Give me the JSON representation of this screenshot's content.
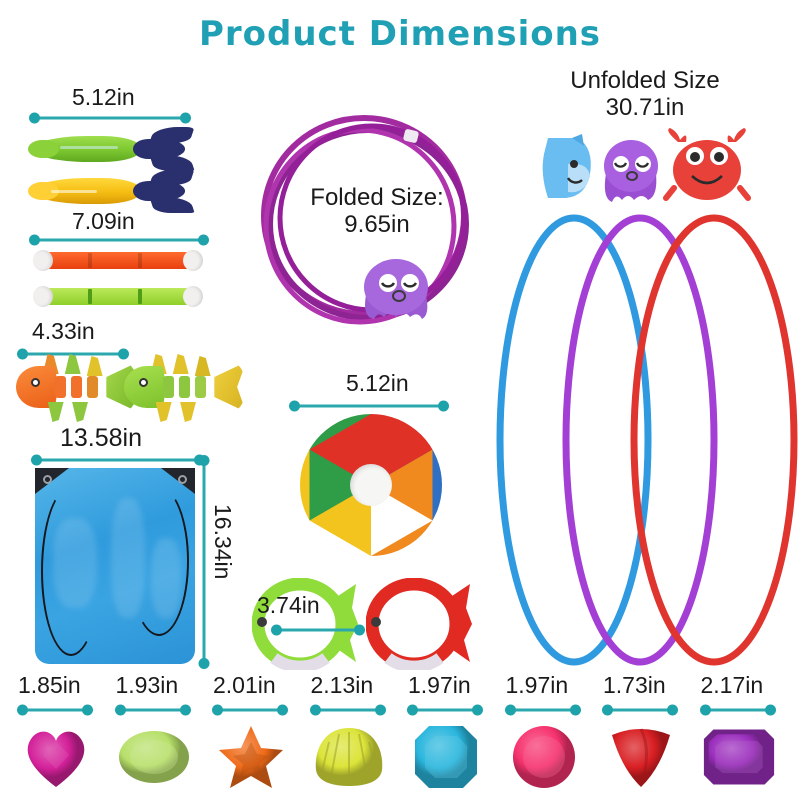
{
  "page": {
    "title": "Product Dimensions",
    "background_color": "#ffffff",
    "accent_color": "#1FA0B4",
    "dimension_line_color": "#2BA8AE",
    "label_color": "#1a1a1a"
  },
  "items": [
    {
      "id": "torpedo-bandits",
      "name": "torpedo dive toys",
      "dimension": "5.12in",
      "colors": [
        "#7ac943",
        "#f5c518",
        "#2a2f6e"
      ]
    },
    {
      "id": "dive-sticks",
      "name": "dive sticks",
      "dimension": "7.09in",
      "colors": [
        "#f0501e",
        "#9ed93b",
        "#f2f0ee"
      ]
    },
    {
      "id": "dive-fish",
      "name": "segmented dive fish",
      "dimension": "4.33in",
      "colors": [
        "#f1712c",
        "#8dc63f",
        "#f4c43a"
      ]
    },
    {
      "id": "drawstring-bag",
      "name": "drawstring backpack",
      "dimension": "13.58in",
      "dimension_height": "16.34in",
      "colors": [
        "#2f9bdd",
        "#22252b"
      ]
    },
    {
      "id": "folded-hoop",
      "name": "folded hoop with octopus clip",
      "block_label": "Folded Size:\n9.65in",
      "colors": [
        "#a32ba0",
        "#9b59d0"
      ]
    },
    {
      "id": "beach-ball",
      "name": "inflatable beach ball",
      "dimension": "5.12in",
      "colors": [
        "#2f6fc4",
        "#f08a1e",
        "#ffffff",
        "#f2c41d",
        "#2f9c47",
        "#e03127"
      ]
    },
    {
      "id": "fish-ring-green",
      "name": "green fish dive ring",
      "dimension": "3.74in",
      "colors": [
        "#8fdc3a",
        "#e3dde8"
      ]
    },
    {
      "id": "fish-ring-red",
      "name": "red fish dive ring",
      "colors": [
        "#e02a22",
        "#e3dde8"
      ]
    },
    {
      "id": "big-hoops",
      "name": "swim hoops set",
      "block_label": "Unfolded Size\n30.71in",
      "colors": [
        "#2f9ae0",
        "#a43fd6",
        "#e0342f"
      ],
      "animals": [
        "dolphin",
        "octopus",
        "crab"
      ]
    }
  ],
  "gem_row": {
    "gems": [
      {
        "label": "1.85in",
        "shape": "heart",
        "color": "#d4219a",
        "name": "magenta-heart-gem"
      },
      {
        "label": "1.93in",
        "shape": "oval",
        "color": "#b7e06a",
        "name": "green-oval-gem"
      },
      {
        "label": "2.01in",
        "shape": "star",
        "color": "#ef6a18",
        "name": "orange-star-gem"
      },
      {
        "label": "2.13in",
        "shape": "shell",
        "color": "#dbe43a",
        "name": "yellow-shell-gem"
      },
      {
        "label": "1.97in",
        "shape": "square",
        "color": "#2ab6dd",
        "name": "cyan-square-gem"
      },
      {
        "label": "1.97in",
        "shape": "round",
        "color": "#f6326e",
        "name": "pink-round-gem"
      },
      {
        "label": "1.73in",
        "shape": "triangle",
        "color": "#d81f23",
        "name": "red-triangle-gem"
      },
      {
        "label": "2.17in",
        "shape": "rectangle",
        "color": "#9b2fbd",
        "name": "purple-rectangle-gem"
      }
    ]
  },
  "labels": {
    "torpedo_dim": "5.12in",
    "stick_dim": "7.09in",
    "fish_dim": "4.33in",
    "bag_width": "13.58in",
    "bag_height": "16.34in",
    "folded": "Folded Size:\n9.65in",
    "ball_dim": "5.12in",
    "ring_dim": "3.74in",
    "unfolded": "Unfolded Size\n30.71in"
  }
}
